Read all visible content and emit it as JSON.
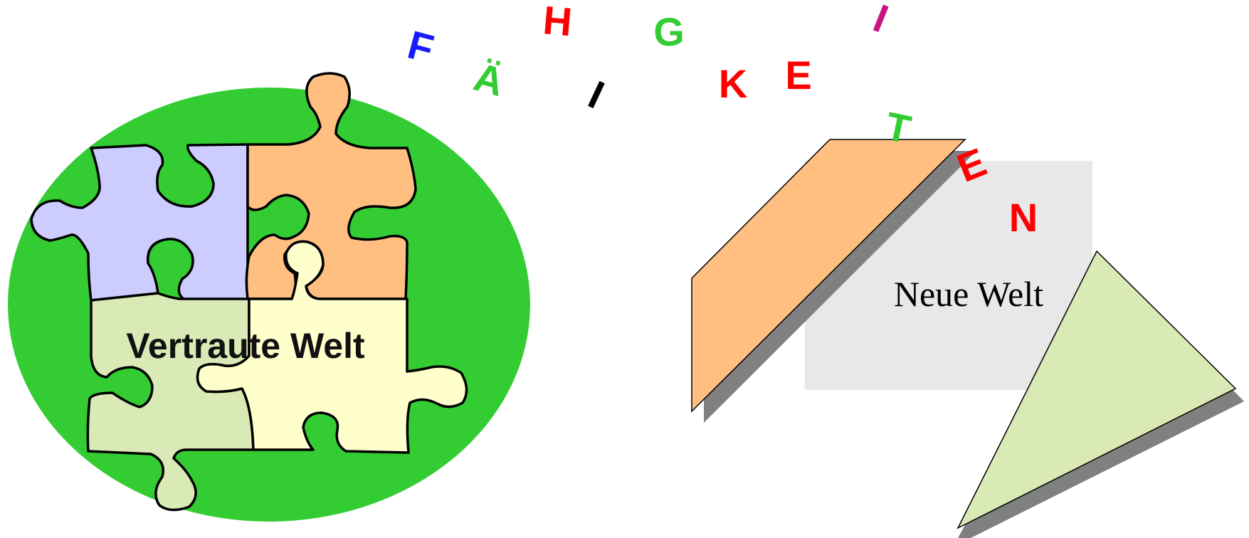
{
  "familiar_world": {
    "label": "Vertraute Welt",
    "ellipse_color": "#33cc33",
    "piece_colors": {
      "top_left": "#ccccff",
      "top_right": "#ffbf80",
      "bottom_left": "#d9eab6",
      "bottom_right": "#ffffcc"
    }
  },
  "new_world": {
    "label": "Neue Welt",
    "panel_color": "#e8e8e8",
    "parallelogram_color": "#ffbf80",
    "triangle_color": "#d9eab6",
    "shadow_color": "#808080"
  },
  "word_letters": [
    {
      "char": "F",
      "color": "#1a1aff"
    },
    {
      "char": "Ä",
      "color": "#33cc33"
    },
    {
      "char": "H",
      "color": "#ff0000"
    },
    {
      "char": "I",
      "color": "#000000"
    },
    {
      "char": "G",
      "color": "#33cc33"
    },
    {
      "char": "K",
      "color": "#ff0000"
    },
    {
      "char": "E",
      "color": "#ff0000"
    },
    {
      "char": "I",
      "color": "#c71585"
    },
    {
      "char": "T",
      "color": "#33cc33"
    },
    {
      "char": "E",
      "color": "#ff0000"
    },
    {
      "char": "N",
      "color": "#ff0000"
    }
  ]
}
